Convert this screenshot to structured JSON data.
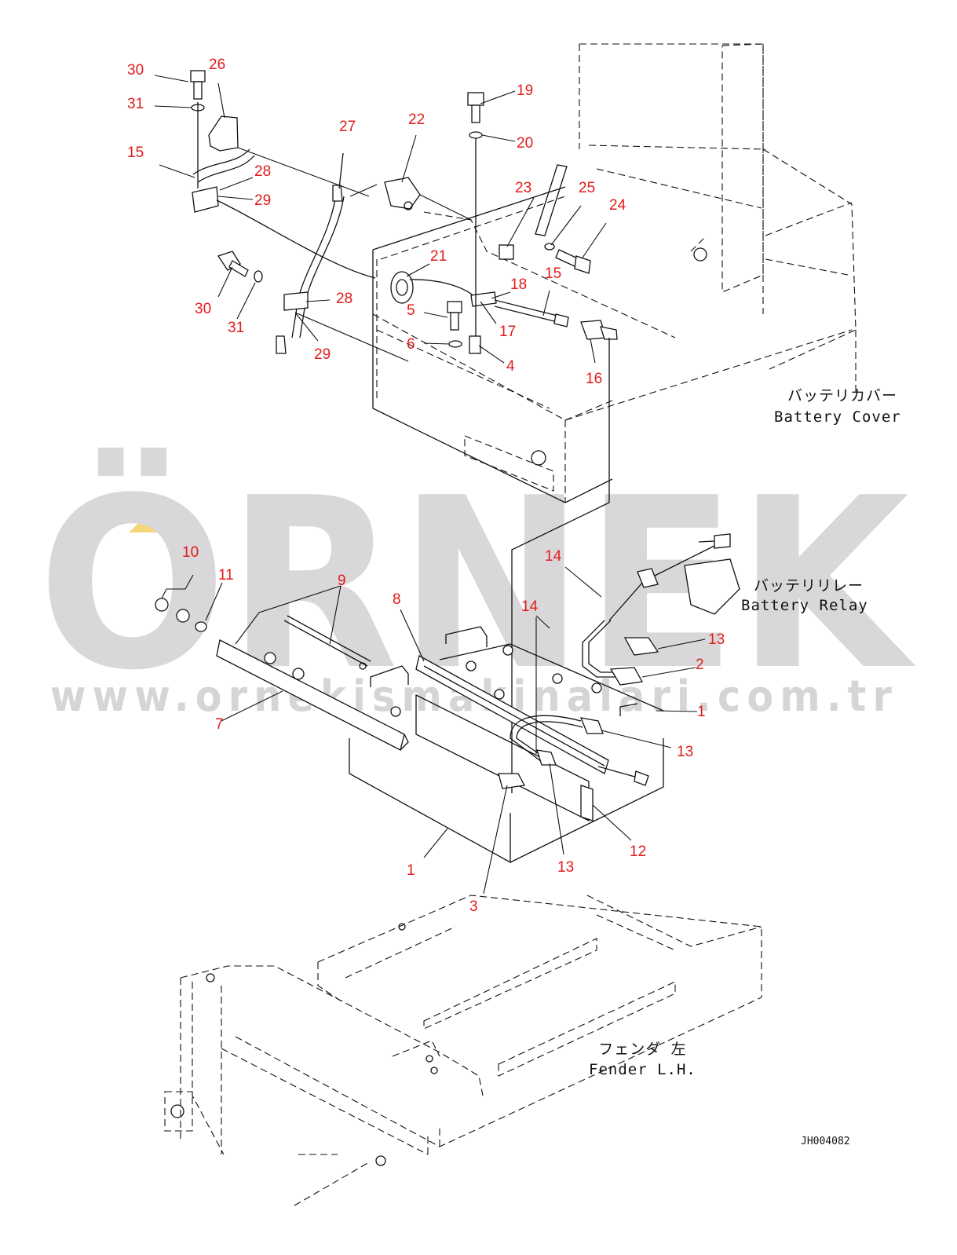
{
  "watermark": {
    "brand": "ÖRNEK",
    "url": "www.ornekismakinalari.com.tr",
    "accent_color": "#f5d57a",
    "text_color": "#d9d7d9"
  },
  "labels": {
    "battery_cover_jp": "バッテリカバー",
    "battery_cover_en": "Battery Cover",
    "battery_relay_jp": "バッテリリレー",
    "battery_relay_en": "Battery Relay",
    "fender_jp": "フェンダ 左",
    "fender_en": "Fender L.H.",
    "drawing_code": "JH004082"
  },
  "callouts": [
    "30",
    "26",
    "31",
    "15",
    "28",
    "29",
    "27",
    "22",
    "19",
    "20",
    "23",
    "25",
    "24",
    "21",
    "15",
    "18",
    "30",
    "28",
    "31",
    "29",
    "5",
    "17",
    "6",
    "4",
    "16",
    "10",
    "11",
    "9",
    "8",
    "14",
    "14",
    "13",
    "2",
    "1",
    "7",
    "13",
    "13",
    "12",
    "1",
    "3"
  ],
  "callout_color": "#e31b1b"
}
